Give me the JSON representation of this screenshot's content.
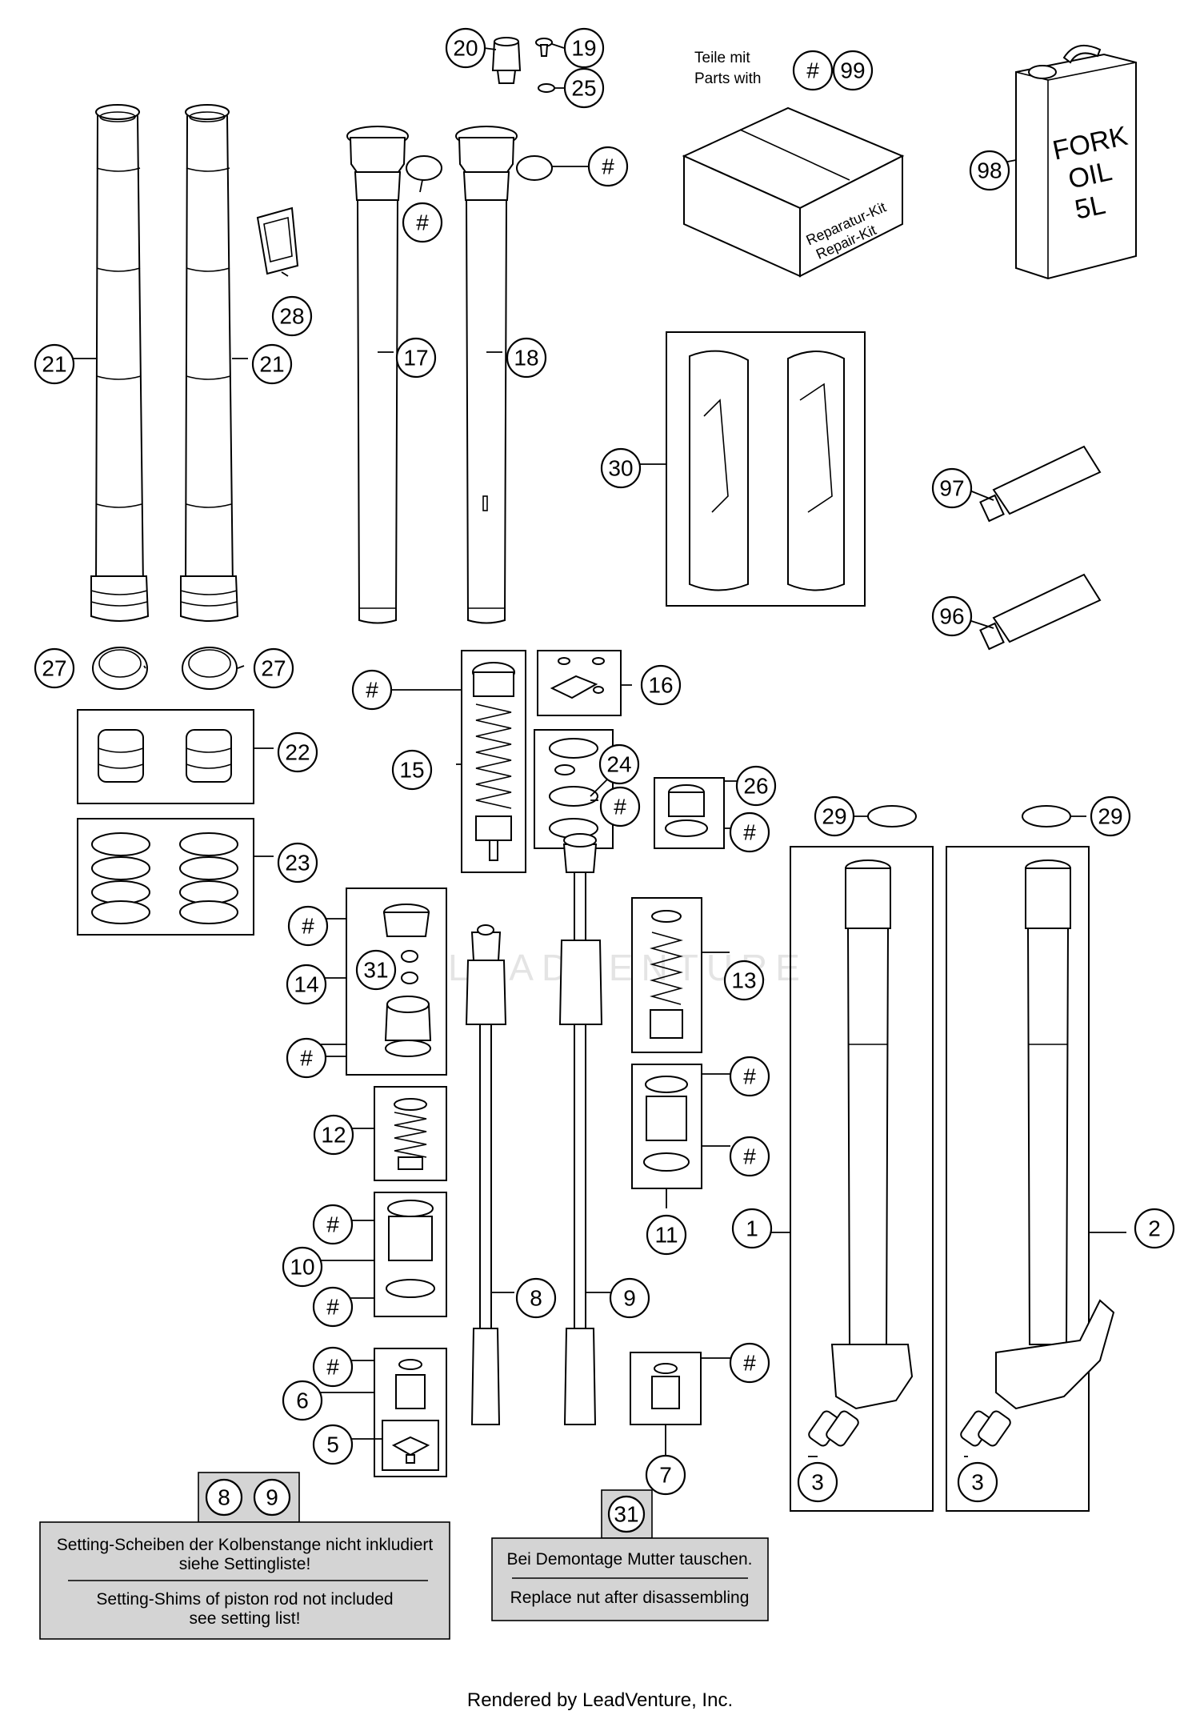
{
  "callouts": {
    "c1": "1",
    "c2": "2",
    "c3a": "3",
    "c3b": "3",
    "c5": "5",
    "c6": "6",
    "c7": "7",
    "c8": "8",
    "c9": "9",
    "c10": "10",
    "c11": "11",
    "c12": "12",
    "c13": "13",
    "c14": "14",
    "c15": "15",
    "c16": "16",
    "c17": "17",
    "c18": "18",
    "c19": "19",
    "c20": "20",
    "c21a": "21",
    "c21b": "21",
    "c22": "22",
    "c23": "23",
    "c24": "24",
    "c25": "25",
    "c26": "26",
    "c27a": "27",
    "c27b": "27",
    "c28": "28",
    "c29a": "29",
    "c29b": "29",
    "c30": "30",
    "c31": "31",
    "c96": "96",
    "c97": "97",
    "c98": "98",
    "c99": "99",
    "hash": "#"
  },
  "parts_with_label": {
    "line1": "Teile mit",
    "line2": "Parts with"
  },
  "repair_kit": {
    "line1": "Reparatur-Kit",
    "line2": "Repair-Kit"
  },
  "fork_oil": {
    "line1": "FORK",
    "line2": "OIL",
    "line3": "5L"
  },
  "note_shims": {
    "refs": [
      "8",
      "9"
    ],
    "de_line1": "Setting-Scheiben der Kolbenstange nicht inkludiert",
    "de_line2": "siehe Settingliste!",
    "en_line1": "Setting-Shims of piston rod not included",
    "en_line2": "see setting list!"
  },
  "note_nut": {
    "ref": "31",
    "de": "Bei Demontage Mutter tauschen.",
    "en": "Replace nut after disassembling"
  },
  "watermark": "LEADVENTURE",
  "footer": "Rendered by LeadVenture, Inc."
}
